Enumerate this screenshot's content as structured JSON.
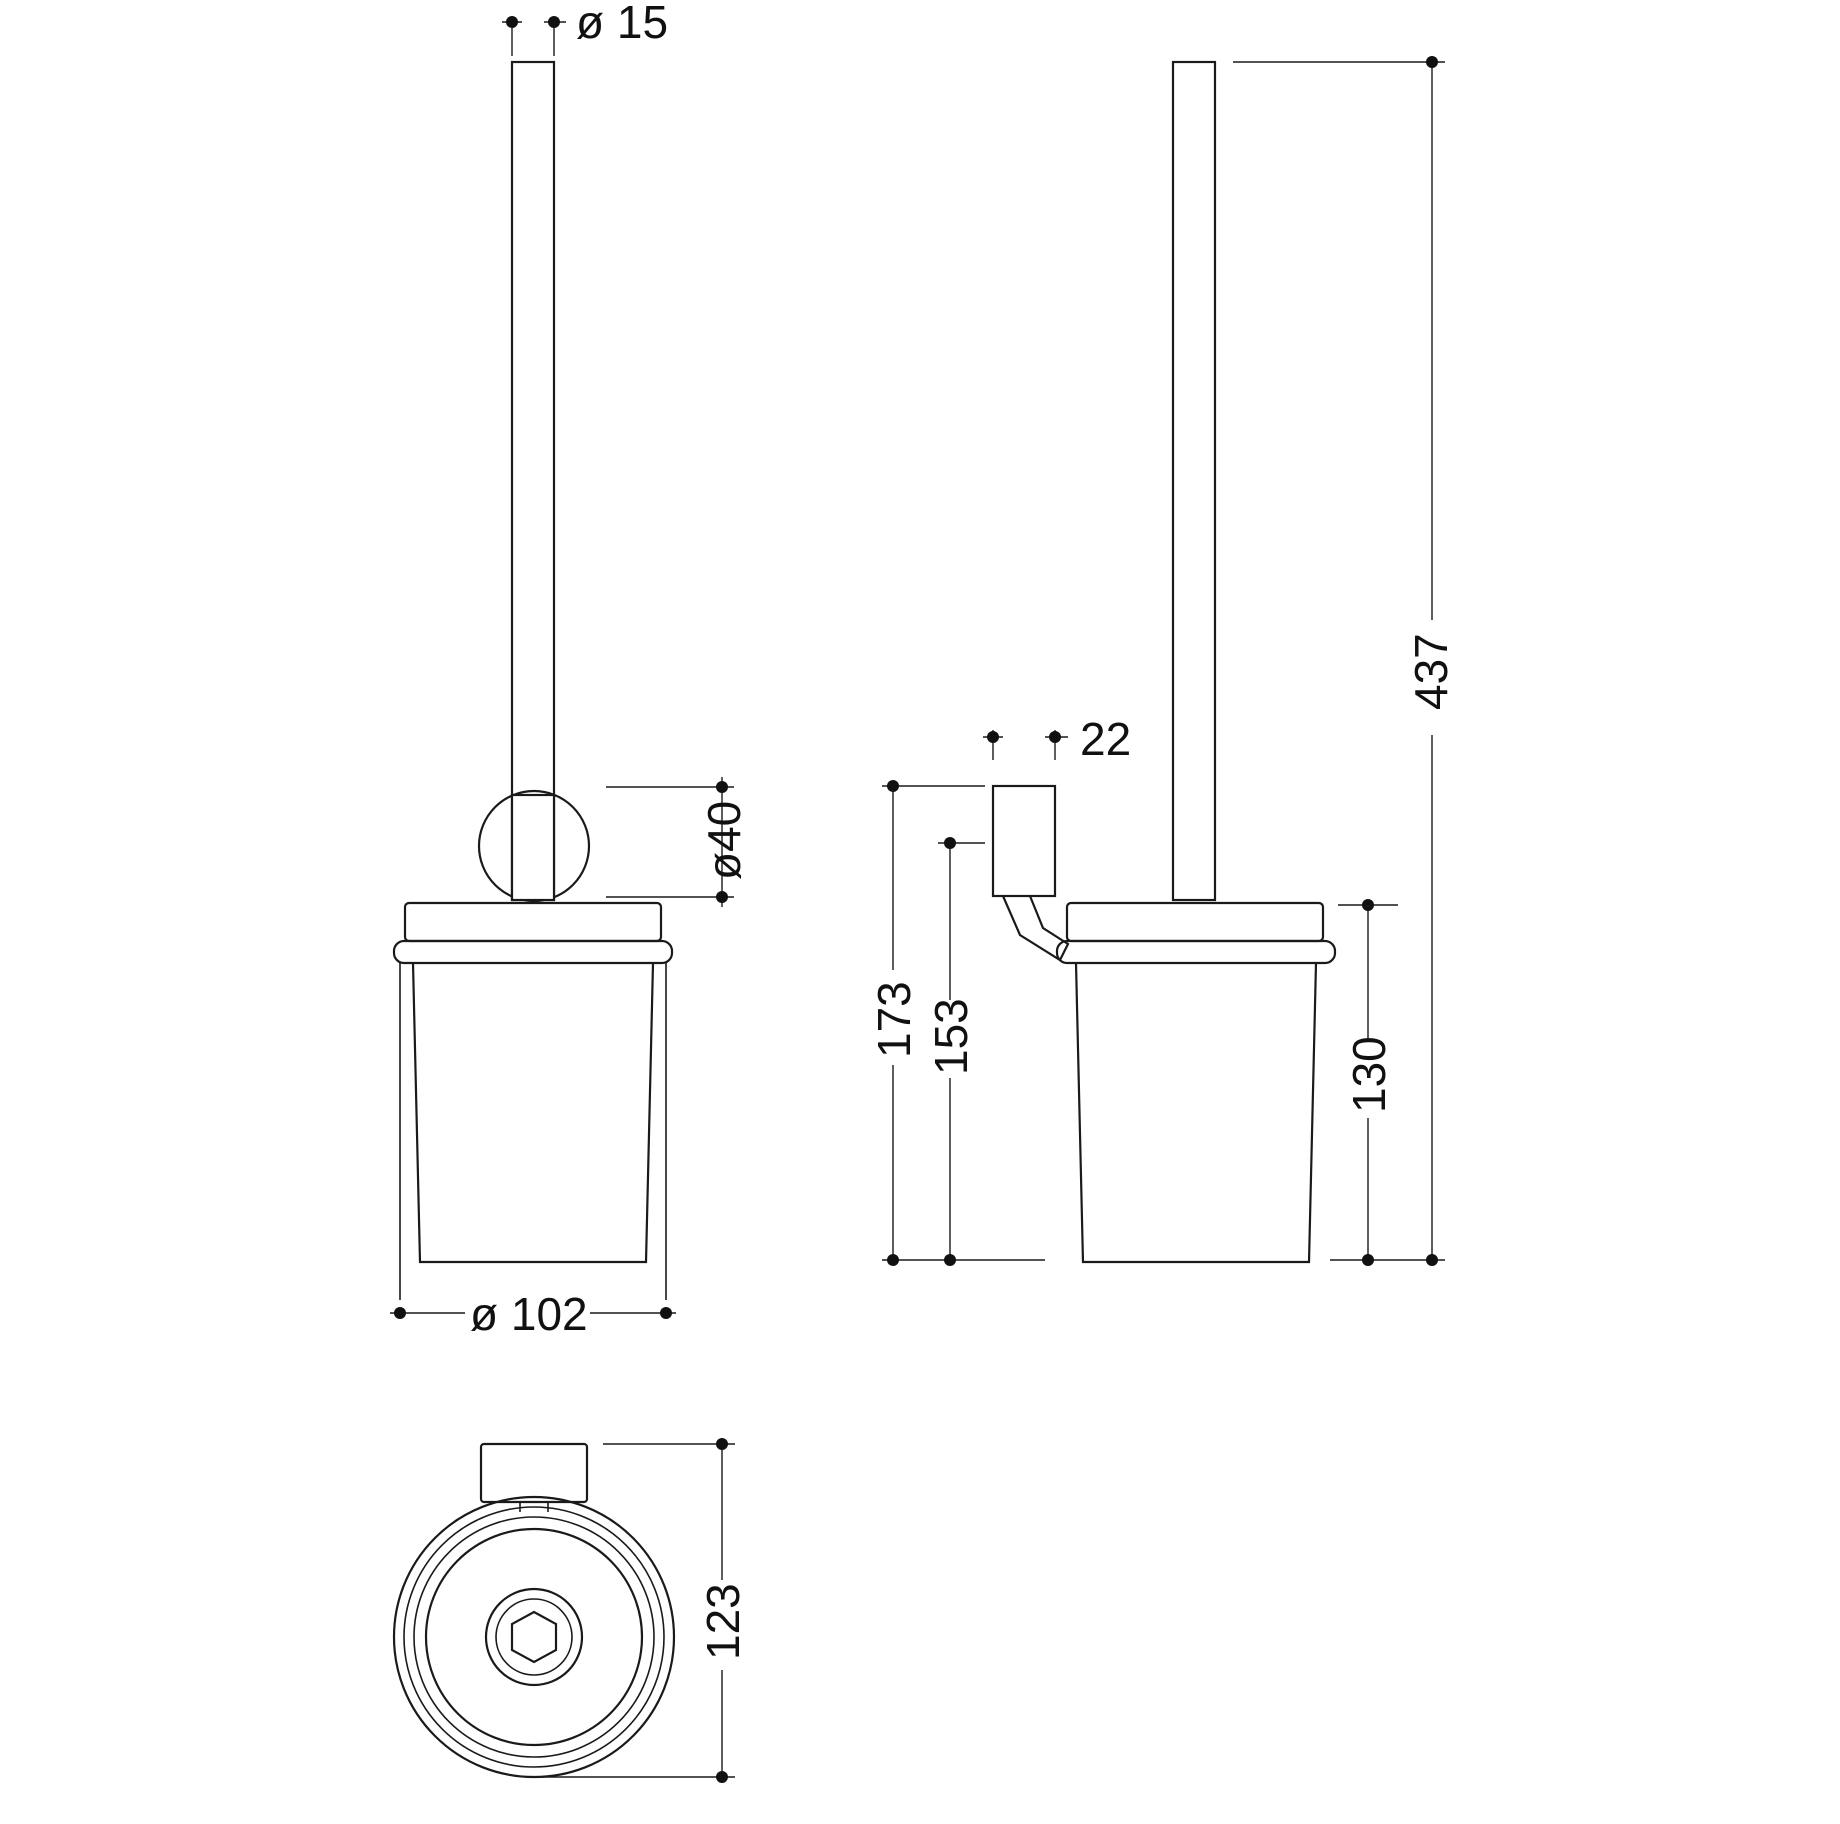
{
  "dimensions": {
    "handle_diameter": "ø 15",
    "holder_diameter": "ø40",
    "base_diameter": "ø 102",
    "bracket_width": "22",
    "total_height": "437",
    "height_173": "173",
    "height_153": "153",
    "height_130": "130",
    "depth_123": "123"
  },
  "colors": {
    "line": "#1a1a1a",
    "background": "#ffffff"
  }
}
